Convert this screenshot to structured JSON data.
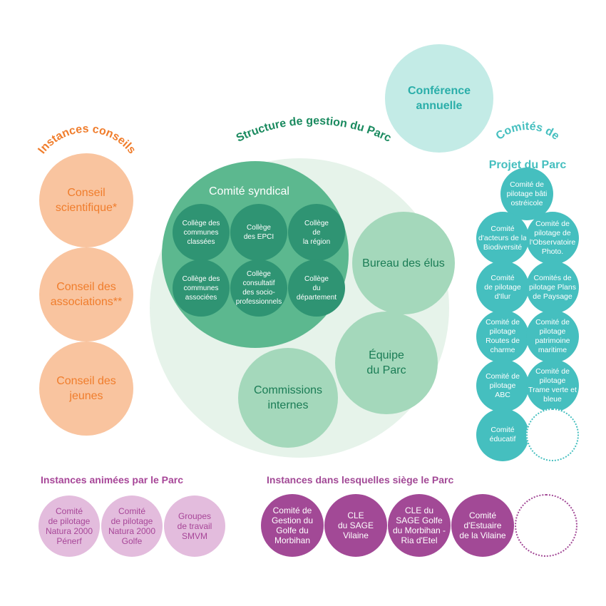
{
  "titles": {
    "instances_conseils": "Instances conseils",
    "structure": "Structure de gestion du Parc",
    "comites_projet": [
      "Comités de",
      "Projet du Parc"
    ],
    "instances_animees": "Instances animées par le Parc",
    "instances_siege": "Instances dans lesquelles siège le Parc"
  },
  "conference": "Conférence\nannuelle",
  "conseils": [
    "Conseil\nscientifique*",
    "Conseil des\nassociations**",
    "Conseil des\njeunes"
  ],
  "structure": {
    "comite_syndical": "Comité syndical",
    "colleges": [
      "Collège des\ncommunes\nclassées",
      "Collège\ndes EPCI",
      "Collège\nde\nla région",
      "Collège des\ncommunes\nassociées",
      "Collège\nconsultatif\ndes socio-\nprofessionnels",
      "Collège\ndu\ndépartement"
    ],
    "bureau": "Bureau des élus",
    "equipe": "Équipe\ndu Parc",
    "commissions": "Commissions\ninternes"
  },
  "comites_projet": [
    "Comité de\npilotage bâti\nostréicole",
    "Comité\nd'acteurs de la\nBiodiversité",
    "Comité de\npilotage de\nl'Observatoire\nPhoto.",
    "Comité\nde pilotage\nd'Ilur",
    "Comités de\npilotage Plans\nde Paysage",
    "Comité de\npilotage\nRoutes de\ncharme",
    "Comité de\npilotage\npatrimoine\nmaritime",
    "Comité de\npilotage\nABC",
    "Comité de\npilotage\nTrame verte et\nbleue",
    "Comité\néducatif"
  ],
  "instances_animees": [
    "Comité\nde pilotage\nNatura 2000\nPénerf",
    "Comité\nde pilotage\nNatura 2000\nGolfe",
    "Groupes\nde travail\nSMVM"
  ],
  "instances_siege": [
    "Comité de\nGestion du\nGolfe du\nMorbihan",
    "CLE\ndu SAGE\nVilaine",
    "CLE du\nSAGE Golfe\ndu Morbihan -\nRia d'Etel",
    "Comité\nd'Estuaire\nde la Vilaine"
  ],
  "colors": {
    "orange": "#f07d2c",
    "green_dark": "#2f9473",
    "green_title": "#1a8a5f",
    "teal": "#45bfbf",
    "purple": "#a24996"
  }
}
